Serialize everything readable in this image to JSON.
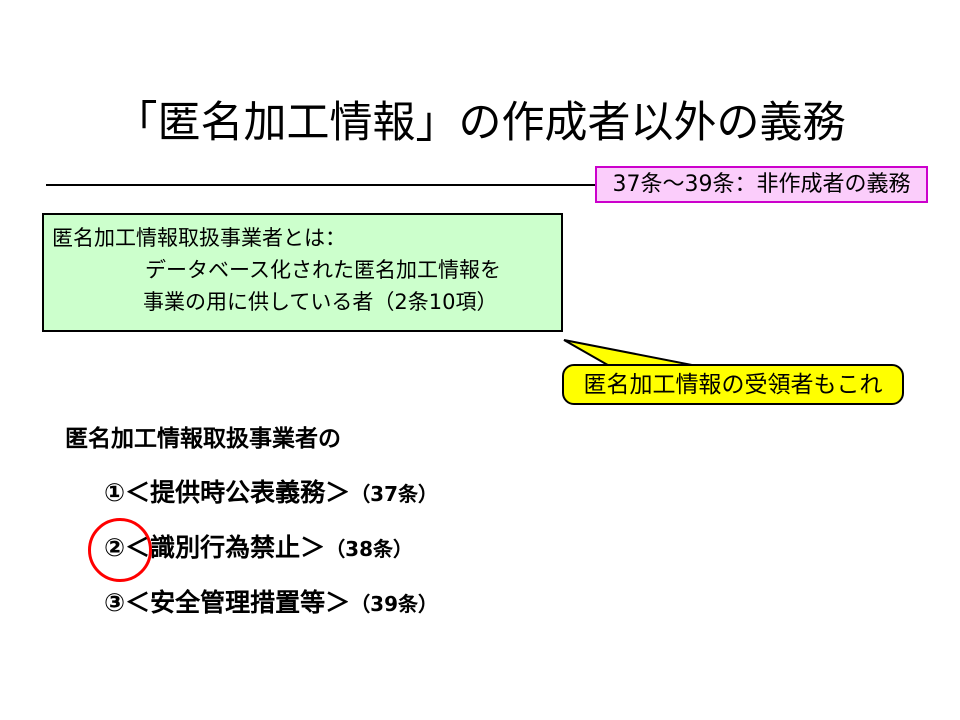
{
  "slide": {
    "title": "「匿名加工情報」の作成者以外の義務",
    "background_color": "#ffffff"
  },
  "article_range_box": {
    "text": "37条〜39条：非作成者の義務",
    "fill_color": "#fbcdfb",
    "border_color": "#cc00cc"
  },
  "definition_box": {
    "line_1": "匿名加工情報取扱事業者とは：",
    "line_2": "データベース化された匿名加工情報を",
    "line_3": "事業の用に供している者（2条10項）",
    "fill_color": "#ccffcc",
    "border_color": "#000000"
  },
  "callout": {
    "text": "匿名加工情報の受領者もこれ",
    "fill_color": "#ffff00",
    "border_color": "#000000"
  },
  "obligations": {
    "heading": "匿名加工情報取扱事業者の",
    "items": [
      {
        "marker": "①",
        "label": "＜提供時公表義務＞",
        "article": "（37条）"
      },
      {
        "marker": "②",
        "label": "＜識別行為禁止＞",
        "article": "（38条）"
      },
      {
        "marker": "③",
        "label": "＜安全管理措置等＞",
        "article": "（39条）"
      }
    ]
  },
  "annotations": {
    "highlight_circle_color": "#ff0000",
    "highlight_circle_target": "②"
  }
}
